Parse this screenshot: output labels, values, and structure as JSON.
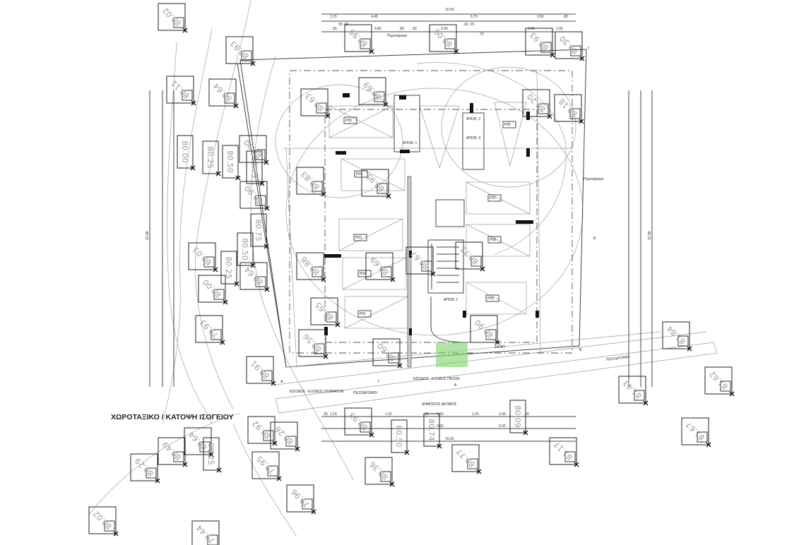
{
  "drawing": {
    "title": "ΧΩΡΟΤΑΞΙΚΟ / ΚΑΤΟΨΗ ΙΣΟΓΕΙΟΥ",
    "labels": {
      "perimeter_wall_top": "Περιτοίχισμα",
      "perimeter_wall_right": "Περιτοίχισμα",
      "sidewalk": "ΠΕΖΟΔΡΟΜΙΟ",
      "sidewalk_right": "ΠΕΖΟΔΡΟΜΙΟ",
      "public_road": "ΔΗΜΟΣΙΟΣ ΔΡΟΜΟΣ",
      "pedestrian_entrance": "ΕΙΣΟΔΟΣ - ΕΞΟΔΟΣ ΠΕΖΩΝ",
      "vehicle_entrance": "ΕΙΣΟΔΟΣ - ΕΞΟΔΟΣ ΟΧΗΜΑΤΩΝ",
      "storage_1": "ΑΠΟΘ. 1",
      "storage_1b": "ΑΠΟΘ. 1",
      "storage_2": "ΑΠΟΘ. 2",
      "storage_3": "ΑΠΟΘ. 3",
      "ramp": "ΣΚ/ΑΠ"
    },
    "parking": [
      "P01",
      "P02",
      "P03",
      "P04",
      "P05",
      "P06",
      "P07",
      "P08",
      "P09"
    ],
    "section_markers": [
      "Α",
      "Α",
      "Β",
      "Β",
      "Γ",
      "Γ"
    ],
    "dimensions_top": {
      "total": "16.65",
      "row2": [
        "1.15",
        "4.45",
        "6.75",
        "3.50",
        ".80"
      ],
      "row3": [
        ".55",
        "3.80",
        ".80",
        ".55",
        "3.40",
        "2.45",
        "1.05"
      ],
      "small": [
        ".55  .90",
        ".60  .25",
        ".75"
      ]
    },
    "dimensions_bottom": {
      "row1": [
        ".25",
        "1.15",
        "1.15",
        ".25",
        "1.55",
        "1.25",
        "2.45",
        ".60"
      ],
      "row2": [
        "5.55",
        "5.55"
      ],
      "total": "16.65"
    },
    "dimensions_side": {
      "left_total": "22.88",
      "right_total": "22.88"
    },
    "spot_elevations": [
      "80.02",
      "80.11",
      "80.64",
      "80.00",
      "80.25",
      "80.50",
      "80.75",
      "80.90",
      "80.90",
      "80.75",
      "80.50",
      "80.25",
      "80.64",
      "80.03",
      "80.00",
      "79.93",
      "80.91",
      "80.93",
      "80.95",
      "80.00",
      "80.93",
      "80.30",
      "80.20",
      "80.18",
      "80.63",
      "80.69",
      "80.83",
      "80.95",
      "80.88",
      "80.65",
      "80.56",
      "80.69",
      "80.60",
      "80.67",
      "80.71",
      "80.90",
      "81.17",
      "81.43",
      "81.84",
      "81.62",
      "81.67",
      "80.92",
      "80.26",
      "80.64",
      "80.49",
      "80.29",
      "80.02",
      "79.44",
      "79.96",
      "79.95",
      "80.25",
      "80.50",
      "80.36",
      "80.77",
      "80.74",
      "80.09",
      "80.93"
    ]
  }
}
